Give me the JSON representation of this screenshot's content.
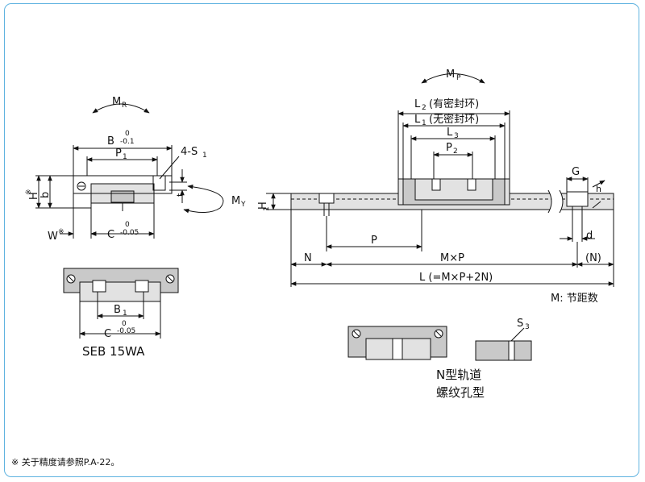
{
  "labels": {
    "MR": "M",
    "MR_sub": "R",
    "B_dim": "B",
    "B_tol_top": "0",
    "B_tol_bot": "-0.1",
    "P1": "P",
    "P1_sub": "1",
    "S1": "4-S",
    "S1_sub": "1",
    "H": "H",
    "H_mark": "※",
    "b": "b",
    "t1": "t",
    "t1_sub": "1",
    "MY": "M",
    "MY_sub": "Y",
    "W": "W",
    "W_mark": "※",
    "C_dim": "C",
    "C_tol_top": "0",
    "C_tol_bot": "-0.05",
    "B1": "B",
    "B1_sub": "1",
    "C2_dim": "C",
    "C2_tol_top": "0",
    "C2_tol_bot": "-0.05",
    "model": "SEB 15WA",
    "MP": "M",
    "MP_sub": "P",
    "L2": "L",
    "L2_sub": "2",
    "L2_note": "(有密封环)",
    "L1": "L",
    "L1_sub": "1",
    "L1_note": "(无密封环)",
    "L3": "L",
    "L3_sub": "3",
    "P2": "P",
    "P2_sub": "2",
    "H1": "H",
    "H1_sub": "1",
    "G": "G",
    "h": "h",
    "d": "d",
    "P": "P",
    "N": "N",
    "MxP": "M×P",
    "N_paren": "(N)",
    "L_total": "L (=M×P+2N)",
    "M_note": "M: 节距数",
    "S3": "S",
    "S3_sub": "3",
    "rail_type_1": "N型轨道",
    "rail_type_2": "螺纹孔型",
    "footnote": "※ 关于精度请参照P.A-22。"
  },
  "colors": {
    "frame": "#5fb3e0",
    "rail_gray": "#c9c9c9",
    "block_light": "#e2e2e2"
  }
}
